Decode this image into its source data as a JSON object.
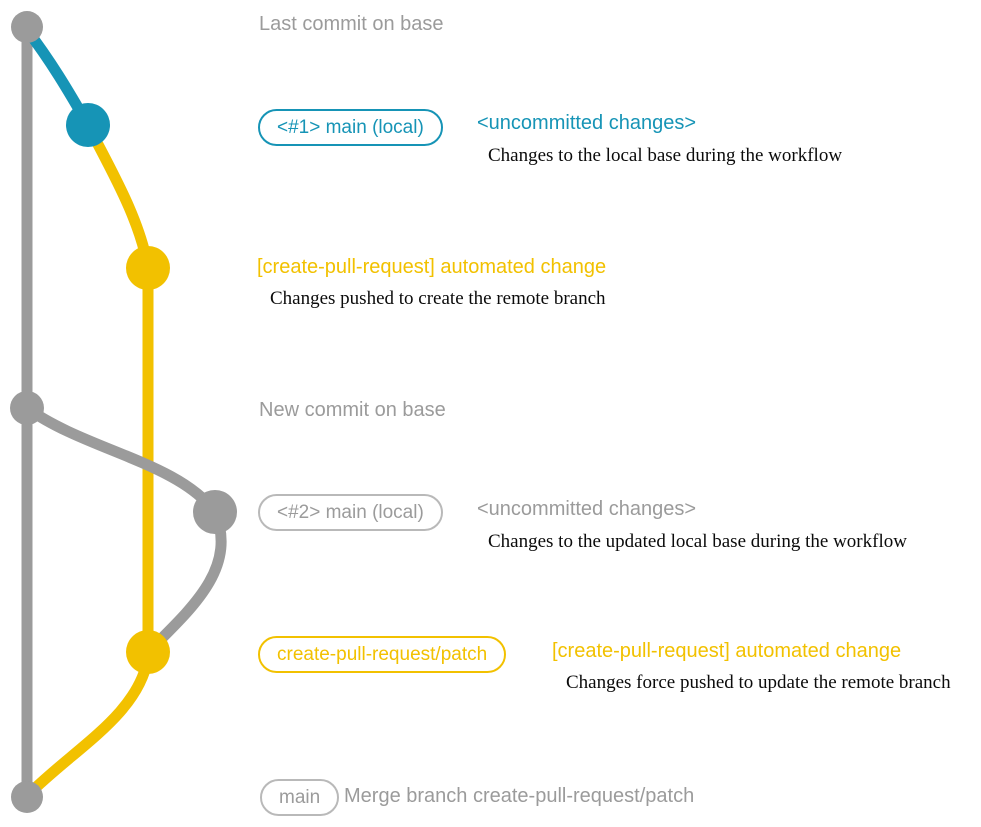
{
  "colors": {
    "gray": "#9B9B9B",
    "gray_border": "#B9B9B9",
    "blue": "#1694B6",
    "yellow": "#F2C100",
    "desc_black": "#0B0B0B",
    "background": "#FFFFFF"
  },
  "graph": {
    "type": "git-branch-diagram",
    "branches": [
      {
        "name": "base",
        "color": "gray"
      },
      {
        "name": "main (local)",
        "color": "blue"
      },
      {
        "name": "create-pull-request/patch",
        "color": "yellow"
      }
    ],
    "nodes": [
      {
        "id": "last-commit-on-base",
        "branch": "base",
        "color": "gray"
      },
      {
        "id": "uncommitted-changes-1",
        "branch": "main-local",
        "color": "blue"
      },
      {
        "id": "automated-change-1",
        "branch": "create-pull-request-patch",
        "color": "yellow"
      },
      {
        "id": "new-commit-on-base",
        "branch": "base",
        "color": "gray"
      },
      {
        "id": "uncommitted-changes-2",
        "branch": "main-local",
        "color": "gray"
      },
      {
        "id": "automated-change-2",
        "branch": "create-pull-request-patch",
        "color": "yellow"
      },
      {
        "id": "merge-commit",
        "branch": "base",
        "color": "gray"
      }
    ]
  },
  "annotations": {
    "row1_title": "Last commit on base",
    "row2_badge": "<#1> main (local)",
    "row2_note": "<uncommitted changes>",
    "row2_desc": "Changes to the local base during the workflow",
    "row3_note": "[create-pull-request] automated change",
    "row3_desc": "Changes pushed to create the remote branch",
    "row4_title": "New commit on base",
    "row5_badge": "<#2> main (local)",
    "row5_note": "<uncommitted changes>",
    "row5_desc": "Changes to the updated local base during the workflow",
    "row6_badge": "create-pull-request/patch",
    "row6_note": "[create-pull-request] automated change",
    "row6_desc": "Changes force pushed to update the remote branch",
    "row7_badge": "main",
    "row7_note": "Merge branch create-pull-request/patch"
  }
}
